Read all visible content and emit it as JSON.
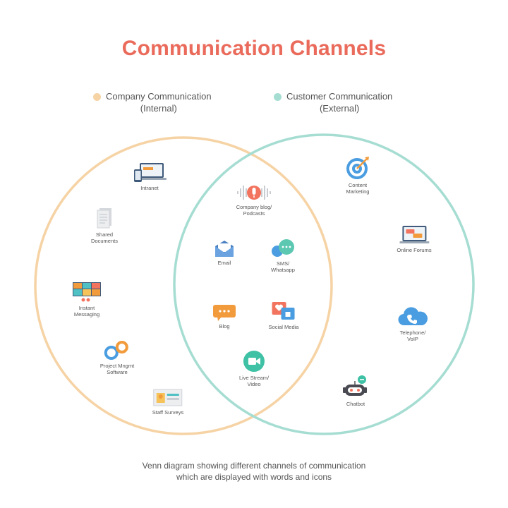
{
  "title": "Communication Channels",
  "colors": {
    "title": "#ea6b5b",
    "internal": "#f6d3a5",
    "external": "#a6ddd2"
  },
  "legend": {
    "internal": {
      "line1": "Company Communication",
      "line2": "(Internal)"
    },
    "external": {
      "line1": "Customer Communication",
      "line2": "(External)"
    }
  },
  "items": {
    "intranet": "Intranet",
    "shared_documents": "Shared\nDocuments",
    "instant_messaging": "Instant\nMessaging",
    "project_mgmt": "Project Mngmt\nSoftware",
    "staff_surveys": "Staff Surveys",
    "company_blog": "Company blog/\nPodcasts",
    "email": "Email",
    "sms": "SMS/\nWhatsapp",
    "blog": "Blog",
    "social_media": "Social Media",
    "live_stream": "Live Stream/\nVideo",
    "content_marketing": "Content\nMarketing",
    "online_forums": "Online Forums",
    "telephone": "Telephone/\nVoIP",
    "chatbot": "Chatbot"
  },
  "icons": [
    "laptop-phone-icon",
    "document-icon",
    "video-grid-icon",
    "gears-icon",
    "survey-card-icon",
    "microphone-wave-icon",
    "envelope-icon",
    "chat-bubbles-icon",
    "speech-bubble-icon",
    "social-hearts-icon",
    "video-camera-icon",
    "target-icon",
    "laptop-chat-icon",
    "cloud-phone-icon",
    "robot-icon"
  ],
  "caption": "Venn diagram showing different channels of communication\nwhich are displayed with words and icons"
}
